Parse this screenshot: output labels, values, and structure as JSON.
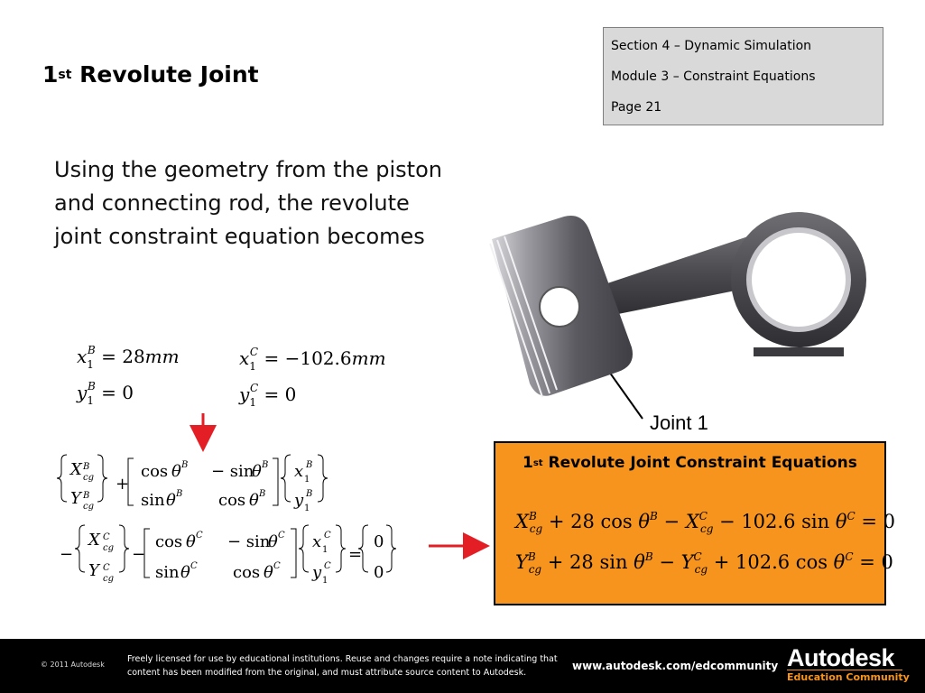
{
  "header": {
    "title_main": "1",
    "title_sup": "st",
    "title_rest": " Revolute Joint",
    "section": "Section 4 – Dynamic Simulation",
    "module": "Module 3 – Constraint Equations",
    "page": "Page 21"
  },
  "body_text": "Using the geometry from the piston and connecting rod, the revolute joint constraint equation becomes",
  "joint_label": "Joint 1",
  "result_box": {
    "title_num": "1",
    "title_sup": "st",
    "title_rest": " Revolute Joint Constraint Equations"
  },
  "colors": {
    "orange_box": "#f7941d",
    "red_arrow": "#e31e24",
    "infobox_bg": "#d9d9d9",
    "footer_bg": "#000000"
  },
  "footer": {
    "copyright": "© 2011 Autodesk",
    "license": "Freely licensed for use by educational institutions. Reuse and changes require a note indicating that content has been modified from the original, and must attribute source content to Autodesk.",
    "url": "www.autodesk.com/edcommunity",
    "brand": "Autodesk",
    "brand_sub": "Education Community"
  }
}
